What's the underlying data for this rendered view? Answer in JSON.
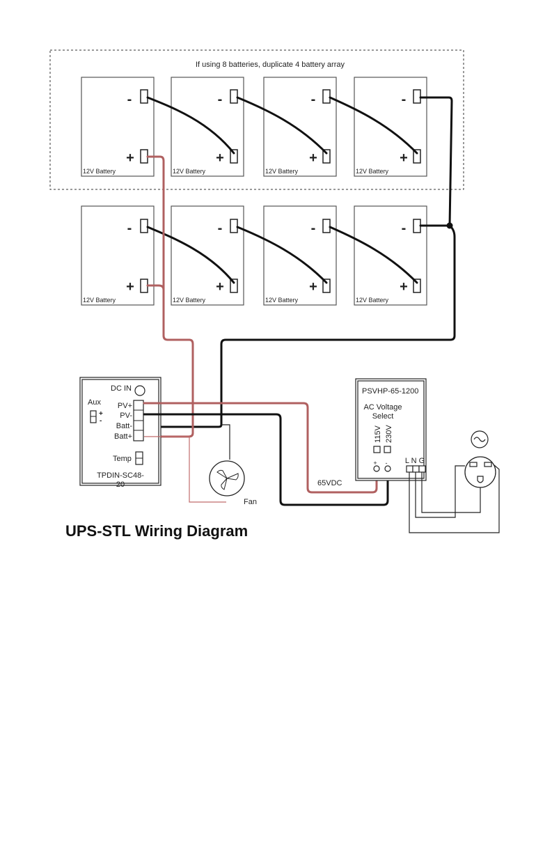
{
  "diagram": {
    "array_note": "If using 8 batteries, duplicate 4 battery array",
    "battery_label": "12V Battery",
    "neg_symbol": "-",
    "pos_symbol": "+",
    "controller": {
      "dc_in": "DC IN",
      "aux": "Aux",
      "aux_plus": "+",
      "aux_minus": "-",
      "pv_plus": "PV+",
      "pv_minus": "PV-",
      "batt_minus": "Batt-",
      "batt_plus": "Batt+",
      "temp": "Temp",
      "model_line1": "TPDIN-SC48-",
      "model_line2": "20"
    },
    "psu": {
      "model": "PSVHP-65-1200",
      "ac_select_1": "AC Voltage",
      "ac_select_2": "Select",
      "v115": "115V",
      "v230": "230V",
      "plus": "+",
      "minus": "-",
      "lng": "L N G"
    },
    "fan": "Fan",
    "vdc": "65VDC",
    "title": "UPS-STL Wiring Diagram"
  }
}
